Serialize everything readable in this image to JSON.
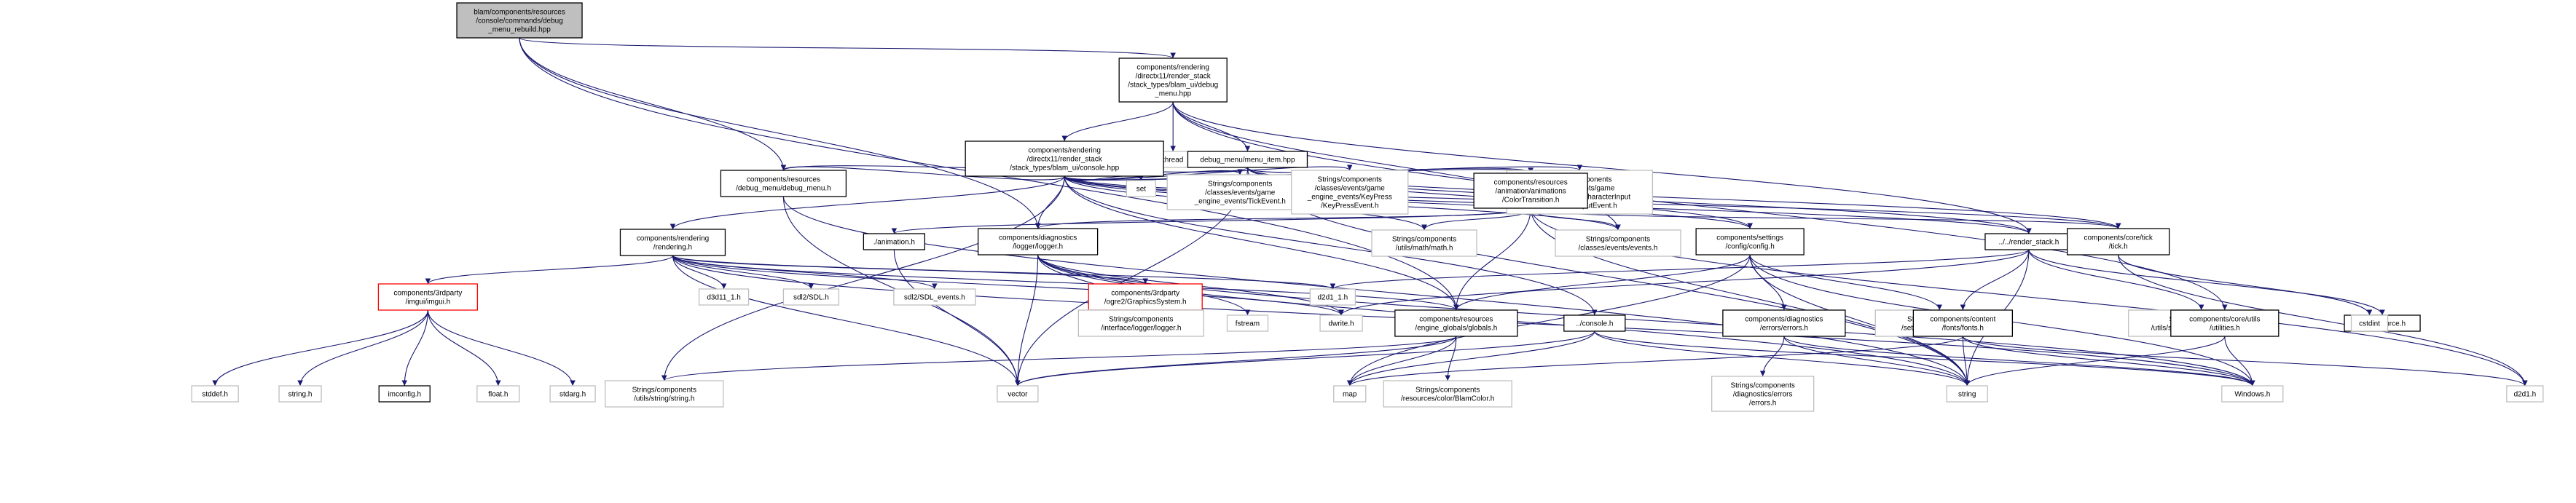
{
  "colors": {
    "edge": "#191970",
    "node_border": "#000000",
    "node_border_missing": "#bfbfbf",
    "node_border_external": "#ff0000",
    "root_fill": "#bfbfbf",
    "node_fill": "#ffffff"
  },
  "nodes": [
    {
      "id": "root",
      "lines": [
        "blam/components/resources",
        "/console/commands/debug",
        "_menu_rebuild.hpp"
      ],
      "kind": "root"
    },
    {
      "id": "blam_ui_debug_menu",
      "lines": [
        "components/rendering",
        "/directx11/render_stack",
        "/stack_types/blam_ui/debug",
        "_menu.hpp"
      ],
      "kind": "normal"
    },
    {
      "id": "thread",
      "lines": [
        "thread"
      ],
      "kind": "missing"
    },
    {
      "id": "menu_item",
      "lines": [
        "debug_menu/menu_item.hpp"
      ],
      "kind": "normal"
    },
    {
      "id": "console_hpp",
      "lines": [
        "components/rendering",
        "/directx11/render_stack",
        "/stack_types/blam_ui/console.hpp"
      ],
      "kind": "normal"
    },
    {
      "id": "set",
      "lines": [
        "set"
      ],
      "kind": "missing"
    },
    {
      "id": "res_debug_menu",
      "lines": [
        "components/resources",
        "/debug_menu/debug_menu.h"
      ],
      "kind": "normal"
    },
    {
      "id": "tick_event",
      "lines": [
        "Strings/components",
        "/classes/events/game",
        "_engine_events/TickEvent.h"
      ],
      "kind": "missing"
    },
    {
      "id": "keypress_event",
      "lines": [
        "Strings/components",
        "/classes/events/game",
        "_engine_events/KeyPress",
        "/KeyPressEvent.h"
      ],
      "kind": "missing"
    },
    {
      "id": "charinput_event",
      "lines": [
        "Strings/components",
        "/classes/events/game",
        "_engine_events/CharacterInput",
        "/CharacterInputEvent.h"
      ],
      "kind": "missing"
    },
    {
      "id": "color_transition",
      "lines": [
        "components/resources",
        "/animation/animations",
        "/ColorTransition.h"
      ],
      "kind": "normal"
    },
    {
      "id": "rendering_h",
      "lines": [
        "components/rendering",
        "/rendering.h"
      ],
      "kind": "normal"
    },
    {
      "id": "animation_h",
      "lines": [
        "./animation.h"
      ],
      "kind": "normal"
    },
    {
      "id": "logger_h",
      "lines": [
        "components/diagnostics",
        "/logger/logger.h"
      ],
      "kind": "normal"
    },
    {
      "id": "math_h",
      "lines": [
        "Strings/components",
        "/utils/math/math.h"
      ],
      "kind": "missing"
    },
    {
      "id": "events_h",
      "lines": [
        "Strings/components",
        "/classes/events/events.h"
      ],
      "kind": "missing"
    },
    {
      "id": "config_h",
      "lines": [
        "components/settings",
        "/config/config.h"
      ],
      "kind": "normal"
    },
    {
      "id": "render_stack_h",
      "lines": [
        "../../render_stack.h"
      ],
      "kind": "normal"
    },
    {
      "id": "tick_h",
      "lines": [
        "components/core/tick",
        "/tick.h"
      ],
      "kind": "normal"
    },
    {
      "id": "imgui_h",
      "lines": [
        "components/3rdparty",
        "/imgui/imgui.h"
      ],
      "kind": "external"
    },
    {
      "id": "d3d11_1",
      "lines": [
        "d3d11_1.h"
      ],
      "kind": "missing"
    },
    {
      "id": "sdl_h",
      "lines": [
        "sdl2/SDL.h"
      ],
      "kind": "missing"
    },
    {
      "id": "sdl_events",
      "lines": [
        "sdl2/SDL_events.h"
      ],
      "kind": "missing"
    },
    {
      "id": "ogre_graphics",
      "lines": [
        "components/3rdparty",
        "/ogre2/GraphicsSystem.h"
      ],
      "kind": "external"
    },
    {
      "id": "d2d1_1",
      "lines": [
        "d2d1_1.h"
      ],
      "kind": "missing"
    },
    {
      "id": "iface_logger",
      "lines": [
        "Strings/components",
        "/interface/logger/logger.h"
      ],
      "kind": "missing"
    },
    {
      "id": "fstream",
      "lines": [
        "fstream"
      ],
      "kind": "missing"
    },
    {
      "id": "dwrite",
      "lines": [
        "dwrite.h"
      ],
      "kind": "missing"
    },
    {
      "id": "globals_h",
      "lines": [
        "components/resources",
        "/engine_globals/globals.h"
      ],
      "kind": "normal"
    },
    {
      "id": "console_h",
      "lines": [
        "../console.h"
      ],
      "kind": "normal"
    },
    {
      "id": "errors_h",
      "lines": [
        "components/diagnostics",
        "/errors/errors.h"
      ],
      "kind": "normal"
    },
    {
      "id": "settings_config",
      "lines": [
        "Strings/components",
        "/settings/config/config.h"
      ],
      "kind": "missing"
    },
    {
      "id": "fonts_h",
      "lines": [
        "components/content",
        "/fonts/fonts.h"
      ],
      "kind": "normal"
    },
    {
      "id": "saferelease",
      "lines": [
        "Strings/components",
        "/utils/saferelease/saferelease.h"
      ],
      "kind": "missing"
    },
    {
      "id": "res_resource",
      "lines": [
        "res/resource.h"
      ],
      "kind": "normal"
    },
    {
      "id": "cstdint",
      "lines": [
        "cstdint"
      ],
      "kind": "missing"
    },
    {
      "id": "utilities_h",
      "lines": [
        "components/core/utils",
        "/utilities.h"
      ],
      "kind": "normal"
    },
    {
      "id": "stddef",
      "lines": [
        "stddef.h"
      ],
      "kind": "missing"
    },
    {
      "id": "string_h",
      "lines": [
        "string.h"
      ],
      "kind": "missing"
    },
    {
      "id": "imconfig",
      "lines": [
        "imconfig.h"
      ],
      "kind": "normal"
    },
    {
      "id": "float_h",
      "lines": [
        "float.h"
      ],
      "kind": "missing"
    },
    {
      "id": "stdarg",
      "lines": [
        "stdarg.h"
      ],
      "kind": "missing"
    },
    {
      "id": "utils_string",
      "lines": [
        "Strings/components",
        "/utils/string/string.h"
      ],
      "kind": "missing"
    },
    {
      "id": "vector",
      "lines": [
        "vector"
      ],
      "kind": "missing"
    },
    {
      "id": "blamcolor",
      "lines": [
        "Strings/components",
        "/resources/color/BlamColor.h"
      ],
      "kind": "missing"
    },
    {
      "id": "map",
      "lines": [
        "map"
      ],
      "kind": "missing"
    },
    {
      "id": "diag_errors",
      "lines": [
        "Strings/components",
        "/diagnostics/errors",
        "/errors.h"
      ],
      "kind": "missing"
    },
    {
      "id": "string",
      "lines": [
        "string"
      ],
      "kind": "missing"
    },
    {
      "id": "windows_h",
      "lines": [
        "Windows.h"
      ],
      "kind": "missing"
    },
    {
      "id": "d2d1",
      "lines": [
        "d2d1.h"
      ],
      "kind": "missing"
    }
  ],
  "edges": [
    [
      "root",
      "blam_ui_debug_menu"
    ],
    [
      "root",
      "res_debug_menu"
    ],
    [
      "root",
      "logger_h"
    ],
    [
      "root",
      "globals_h"
    ],
    [
      "blam_ui_debug_menu",
      "console_hpp"
    ],
    [
      "blam_ui_debug_menu",
      "thread"
    ],
    [
      "blam_ui_debug_menu",
      "menu_item"
    ],
    [
      "blam_ui_debug_menu",
      "events_h"
    ],
    [
      "blam_ui_debug_menu",
      "render_stack_h"
    ],
    [
      "blam_ui_debug_menu",
      "utilities_h"
    ],
    [
      "menu_item",
      "res_debug_menu"
    ],
    [
      "menu_item",
      "color_transition"
    ],
    [
      "menu_item",
      "config_h"
    ],
    [
      "menu_item",
      "render_stack_h"
    ],
    [
      "menu_item",
      "tick_h"
    ],
    [
      "menu_item",
      "string"
    ],
    [
      "menu_item",
      "vector"
    ],
    [
      "console_hpp",
      "set"
    ],
    [
      "console_hpp",
      "res_debug_menu"
    ],
    [
      "console_hpp",
      "tick_event"
    ],
    [
      "console_hpp",
      "keypress_event"
    ],
    [
      "console_hpp",
      "charinput_event"
    ],
    [
      "console_hpp",
      "color_transition"
    ],
    [
      "console_hpp",
      "rendering_h"
    ],
    [
      "console_hpp",
      "logger_h"
    ],
    [
      "console_hpp",
      "math_h"
    ],
    [
      "console_hpp",
      "events_h"
    ],
    [
      "console_hpp",
      "config_h"
    ],
    [
      "console_hpp",
      "render_stack_h"
    ],
    [
      "console_hpp",
      "tick_h"
    ],
    [
      "console_hpp",
      "console_h"
    ],
    [
      "console_hpp",
      "globals_h"
    ],
    [
      "console_hpp",
      "utils_string"
    ],
    [
      "res_debug_menu",
      "vector"
    ],
    [
      "res_debug_menu",
      "string"
    ],
    [
      "color_transition",
      "animation_h"
    ],
    [
      "color_transition",
      "logger_h"
    ],
    [
      "color_transition",
      "math_h"
    ],
    [
      "color_transition",
      "events_h"
    ],
    [
      "color_transition",
      "tick_h"
    ],
    [
      "color_transition",
      "globals_h"
    ],
    [
      "color_transition",
      "d2d1"
    ],
    [
      "color_transition",
      "string"
    ],
    [
      "animation_h",
      "vector"
    ],
    [
      "rendering_h",
      "imgui_h"
    ],
    [
      "rendering_h",
      "d3d11_1"
    ],
    [
      "rendering_h",
      "sdl_h"
    ],
    [
      "rendering_h",
      "sdl_events"
    ],
    [
      "rendering_h",
      "ogre_graphics"
    ],
    [
      "rendering_h",
      "d2d1_1"
    ],
    [
      "rendering_h",
      "dwrite"
    ],
    [
      "rendering_h",
      "globals_h"
    ],
    [
      "rendering_h",
      "windows_h"
    ],
    [
      "rendering_h",
      "vector"
    ],
    [
      "logger_h",
      "iface_logger"
    ],
    [
      "logger_h",
      "fstream"
    ],
    [
      "logger_h",
      "dwrite"
    ],
    [
      "logger_h",
      "vector"
    ],
    [
      "logger_h",
      "string"
    ],
    [
      "logger_h",
      "windows_h"
    ],
    [
      "config_h",
      "settings_config"
    ],
    [
      "config_h",
      "globals_h"
    ],
    [
      "config_h",
      "errors_h"
    ],
    [
      "config_h",
      "string"
    ],
    [
      "config_h",
      "map"
    ],
    [
      "config_h",
      "windows_h"
    ],
    [
      "render_stack_h",
      "fonts_h"
    ],
    [
      "render_stack_h",
      "saferelease"
    ],
    [
      "render_stack_h",
      "res_resource"
    ],
    [
      "render_stack_h",
      "d2d1_1"
    ],
    [
      "render_stack_h",
      "dwrite"
    ],
    [
      "render_stack_h",
      "string"
    ],
    [
      "tick_h",
      "cstdint"
    ],
    [
      "tick_h",
      "d2d1"
    ],
    [
      "utilities_h",
      "string"
    ],
    [
      "utilities_h",
      "windows_h"
    ],
    [
      "imgui_h",
      "stddef"
    ],
    [
      "imgui_h",
      "string_h"
    ],
    [
      "imgui_h",
      "imconfig"
    ],
    [
      "imgui_h",
      "float_h"
    ],
    [
      "imgui_h",
      "stdarg"
    ],
    [
      "globals_h",
      "utils_string"
    ],
    [
      "globals_h",
      "vector"
    ],
    [
      "globals_h",
      "blamcolor"
    ],
    [
      "globals_h",
      "map"
    ],
    [
      "console_h",
      "vector"
    ],
    [
      "console_h",
      "map"
    ],
    [
      "console_h",
      "string"
    ],
    [
      "console_h",
      "windows_h"
    ],
    [
      "errors_h",
      "diag_errors"
    ],
    [
      "errors_h",
      "string"
    ],
    [
      "errors_h",
      "windows_h"
    ],
    [
      "fonts_h",
      "map"
    ],
    [
      "fonts_h",
      "string"
    ],
    [
      "fonts_h",
      "windows_h"
    ],
    [
      "fonts_h",
      "d2d1"
    ]
  ]
}
